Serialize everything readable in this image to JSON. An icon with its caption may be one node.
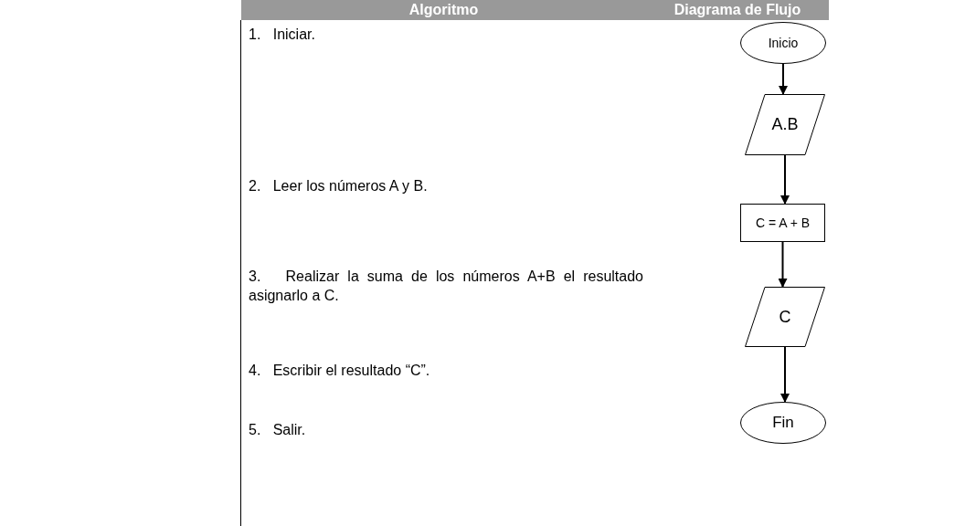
{
  "diagram": {
    "nodes": [
      {
        "text": [
          "Inicio"
        ]
      },
      {
        "text": [
          "A.B"
        ]
      },
      {
        "text": [
          "C = A + B"
        ]
      },
      {
        "text": [
          "C"
        ]
      },
      {
        "text": [
          "Fin"
        ]
      }
    ],
    "edges": [
      {
        "from": 0,
        "to": 1,
        "arrow": "to"
      },
      {
        "from": 1,
        "to": 2,
        "arrow": "to"
      },
      {
        "from": 2,
        "to": 3,
        "arrow": "to"
      },
      {
        "from": 3,
        "to": 4,
        "arrow": "to"
      }
    ],
    "labels": [
      "Algoritmo",
      "Diagrama de Flujo",
      "1.   Iniciar.",
      "2.   Leer los números A y B.",
      "3.   Realizar la suma de los números A+B el resultado asignarlo a C.",
      "4.   Escribir el resultado “C”.",
      "5.   Salir."
    ]
  }
}
